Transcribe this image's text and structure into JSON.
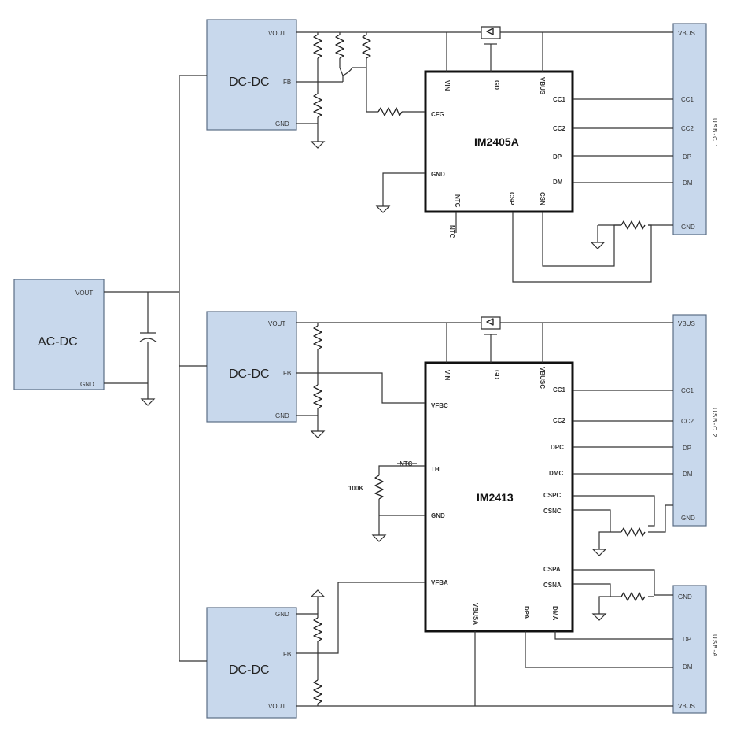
{
  "blocks": {
    "acdc": {
      "label": "AC-DC",
      "pins": {
        "vout": "VOUT",
        "gnd": "GND"
      }
    },
    "dcdc1": {
      "label": "DC-DC",
      "pins": {
        "vout": "VOUT",
        "fb": "FB",
        "gnd": "GND"
      }
    },
    "dcdc2": {
      "label": "DC-DC",
      "pins": {
        "vout": "VOUT",
        "fb": "FB",
        "gnd": "GND"
      }
    },
    "dcdc3": {
      "label": "DC-DC",
      "pins": {
        "gnd": "GND",
        "fb": "FB",
        "vout": "VOUT"
      }
    }
  },
  "chips": {
    "im2405a": {
      "label": "IM2405A",
      "pins": {
        "vin": "VIN",
        "gd": "GD",
        "vbus": "VBUS",
        "cfg": "CFG",
        "gnd": "GND",
        "ntc": "NTC",
        "csp": "CSP",
        "csn": "CSN",
        "cc1": "CC1",
        "cc2": "CC2",
        "dp": "DP",
        "dm": "DM"
      }
    },
    "im2413": {
      "label": "IM2413",
      "pins": {
        "vin": "VIN",
        "gd": "GD",
        "vbusc": "VBUSC",
        "vfbc": "VFBC",
        "th": "TH",
        "gnd": "GND",
        "vfba": "VFBA",
        "vbusa": "VBUSA",
        "dpa": "DPA",
        "dma": "DMA",
        "cc1": "CC1",
        "cc2": "CC2",
        "dpc": "DPC",
        "dmc": "DMC",
        "cspc": "CSPC",
        "csnc": "CSNC",
        "cspa": "CSPA",
        "csna": "CSNA"
      }
    }
  },
  "connectors": {
    "usbc1": {
      "label": "USB-C 1",
      "pins": {
        "vbus": "VBUS",
        "cc1": "CC1",
        "cc2": "CC2",
        "dp": "DP",
        "dm": "DM",
        "gnd": "GND"
      }
    },
    "usbc2": {
      "label": "USB-C 2",
      "pins": {
        "vbus": "VBUS",
        "cc1": "CC1",
        "cc2": "CC2",
        "dp": "DP",
        "dm": "DM",
        "gnd": "GND"
      }
    },
    "usba": {
      "label": "USB-A",
      "pins": {
        "gnd": "GND",
        "dp": "DP",
        "dm": "DM",
        "vbus": "VBUS"
      }
    }
  },
  "annotations": {
    "ntc_net": "NTC",
    "th_net": "NTC",
    "th_res": "100K"
  }
}
